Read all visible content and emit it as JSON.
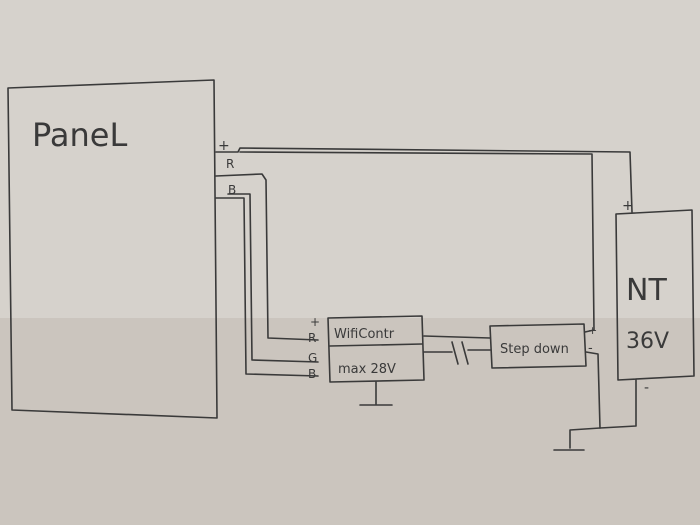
{
  "diagram": {
    "panel_label": "PaneL",
    "terminals": {
      "plus": "+",
      "r": "R",
      "b": "B",
      "g": "G",
      "minus": "-"
    },
    "wifi_controller": {
      "line1": "WifiContr",
      "line2": "max 28V"
    },
    "step_down": {
      "label": "Step down"
    },
    "psu": {
      "line1": "NT",
      "line2": "36V"
    },
    "colors": {
      "ink": "#3a3a3a",
      "paper_top": "#d6d2cc",
      "paper_bottom": "#cbc5be"
    }
  }
}
